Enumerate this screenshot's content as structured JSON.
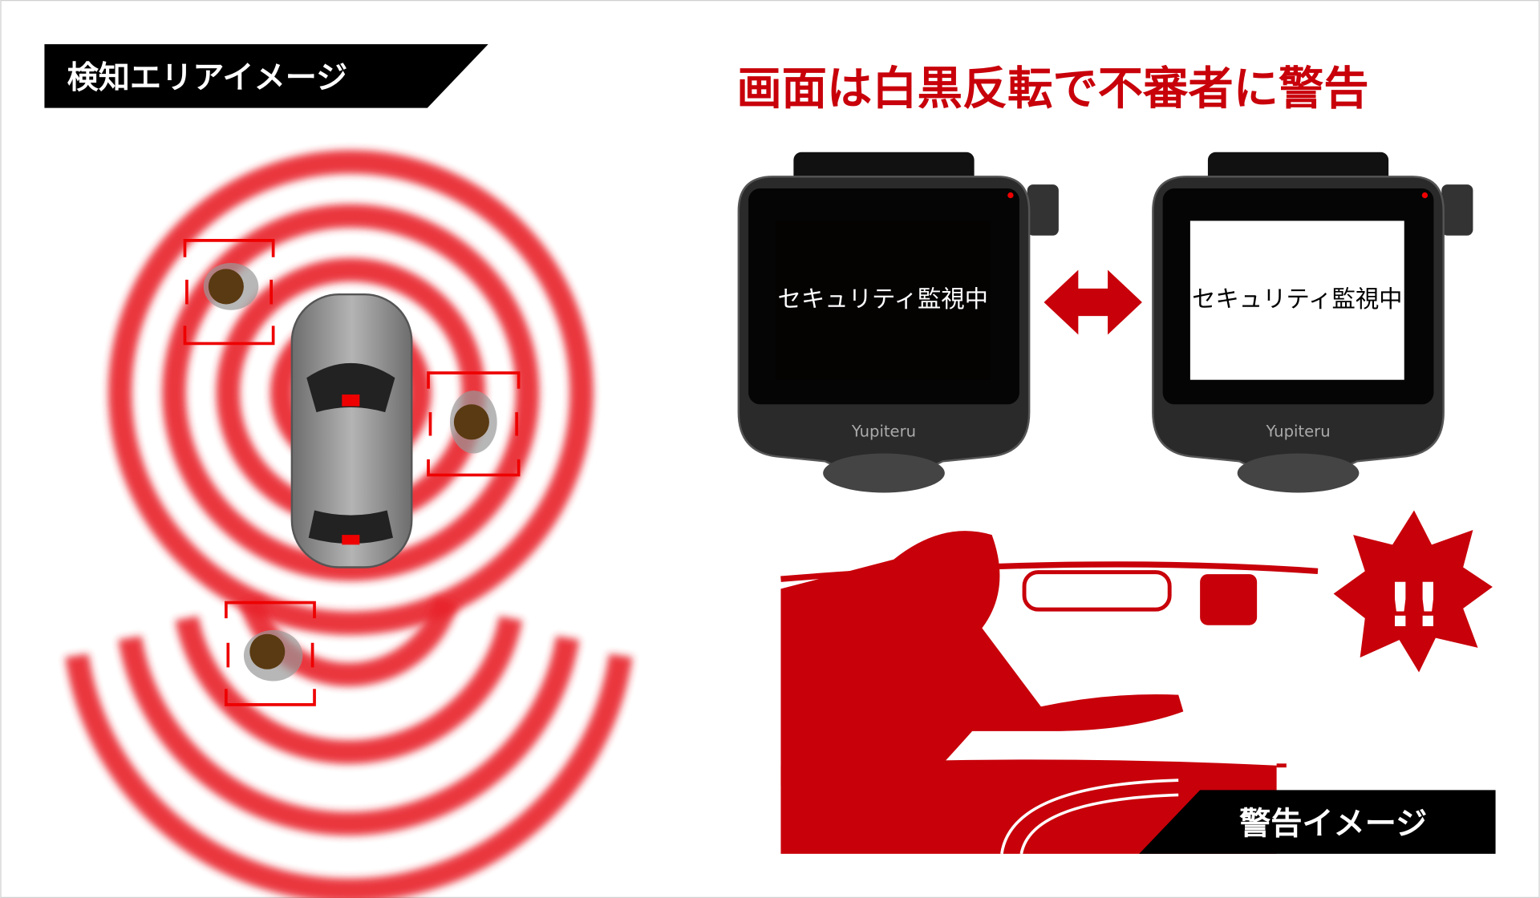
{
  "left_panel": {
    "label": "検知エリアイメージ"
  },
  "right_panel": {
    "headline": "画面は白黒反転で不審者に警告",
    "camera_normal": {
      "screen_text": "セキュリティ監視中",
      "brand": "Yupiteru"
    },
    "camera_inverted": {
      "screen_text": "セキュリティ監視中",
      "brand": "Yupiteru"
    },
    "alert_mark": "!!",
    "label": "警告イメージ"
  },
  "colors": {
    "accent_red": "#c8000a",
    "ring_red": "#e8202a",
    "label_bg": "#000000",
    "camera_body": "#2a2a2a"
  }
}
